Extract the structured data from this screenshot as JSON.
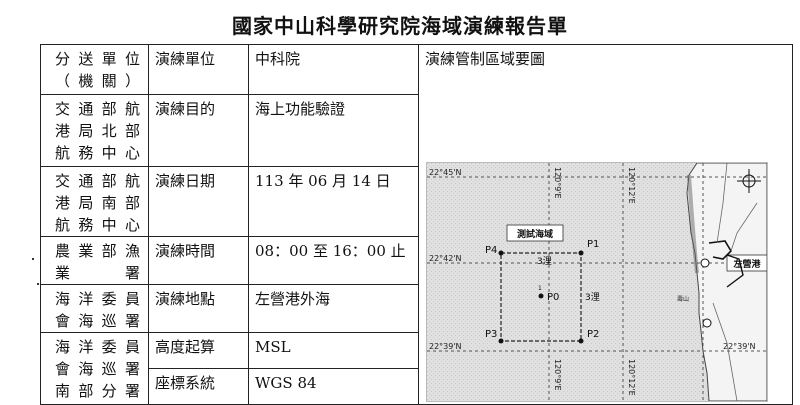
{
  "title": "國家中山科學研究院海域演練報告單",
  "table": {
    "header": {
      "col1": "分送單位\n（機關）",
      "col2": "演練單位",
      "col3": "中科院",
      "col4": "演練管制區域要圖"
    },
    "rows": [
      {
        "unit": "交通部航\n港局北部\n航務中心",
        "label": "演練目的",
        "value": "海上功能驗證"
      },
      {
        "unit": "交通部航\n港局南部\n航務中心",
        "label": "演練日期",
        "value": "113 年 06 月 14 日"
      },
      {
        "unit": "農業部漁\n業署",
        "label": "演練時間",
        "value": "08：00 至 16：00 止"
      },
      {
        "unit": "海洋委員\n會海巡署",
        "label": "演練地點",
        "value": "左營港外海"
      },
      {
        "unit": "海洋委員\n會海巡署\n南部分署",
        "label": "高度起算",
        "value": "MSL"
      },
      {
        "unit": "",
        "label": "座標系統",
        "value": "WGS 84"
      }
    ]
  },
  "map": {
    "area_label": "測試海域",
    "port_label": "左營港",
    "small_label": "壽山",
    "points": [
      "P0",
      "P1",
      "P2",
      "P3",
      "P4"
    ],
    "distance_label": "3浬",
    "lat_labels": [
      "22°45'N",
      "22°42'N",
      "22°39'N"
    ],
    "lon_labels": [
      "120°9'E",
      "120°12'E"
    ],
    "p0_index": "1"
  }
}
